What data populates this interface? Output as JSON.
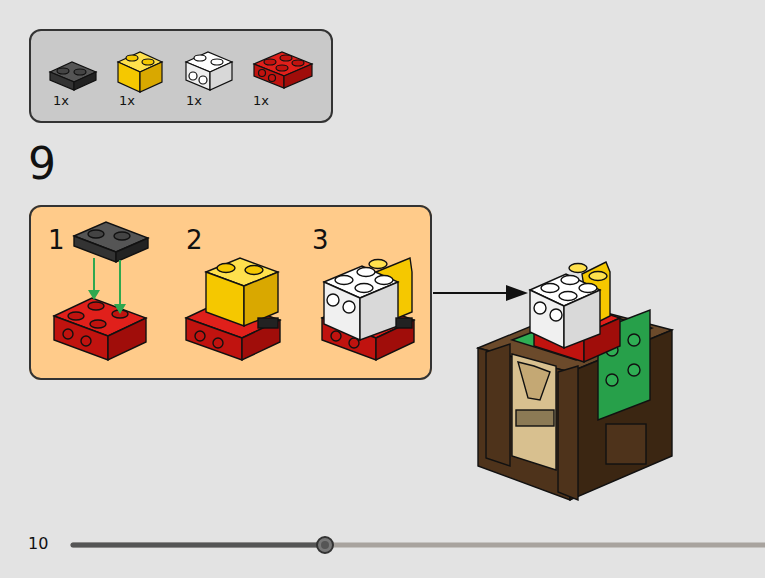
{
  "diagram": {
    "nodes": [
      {
        "text": [
          "1x",
          "1x",
          "1x",
          "1x"
        ]
      },
      {
        "text": [
          "1",
          "2",
          "3"
        ]
      }
    ],
    "labels": [
      "9",
      "10"
    ]
  }
}
